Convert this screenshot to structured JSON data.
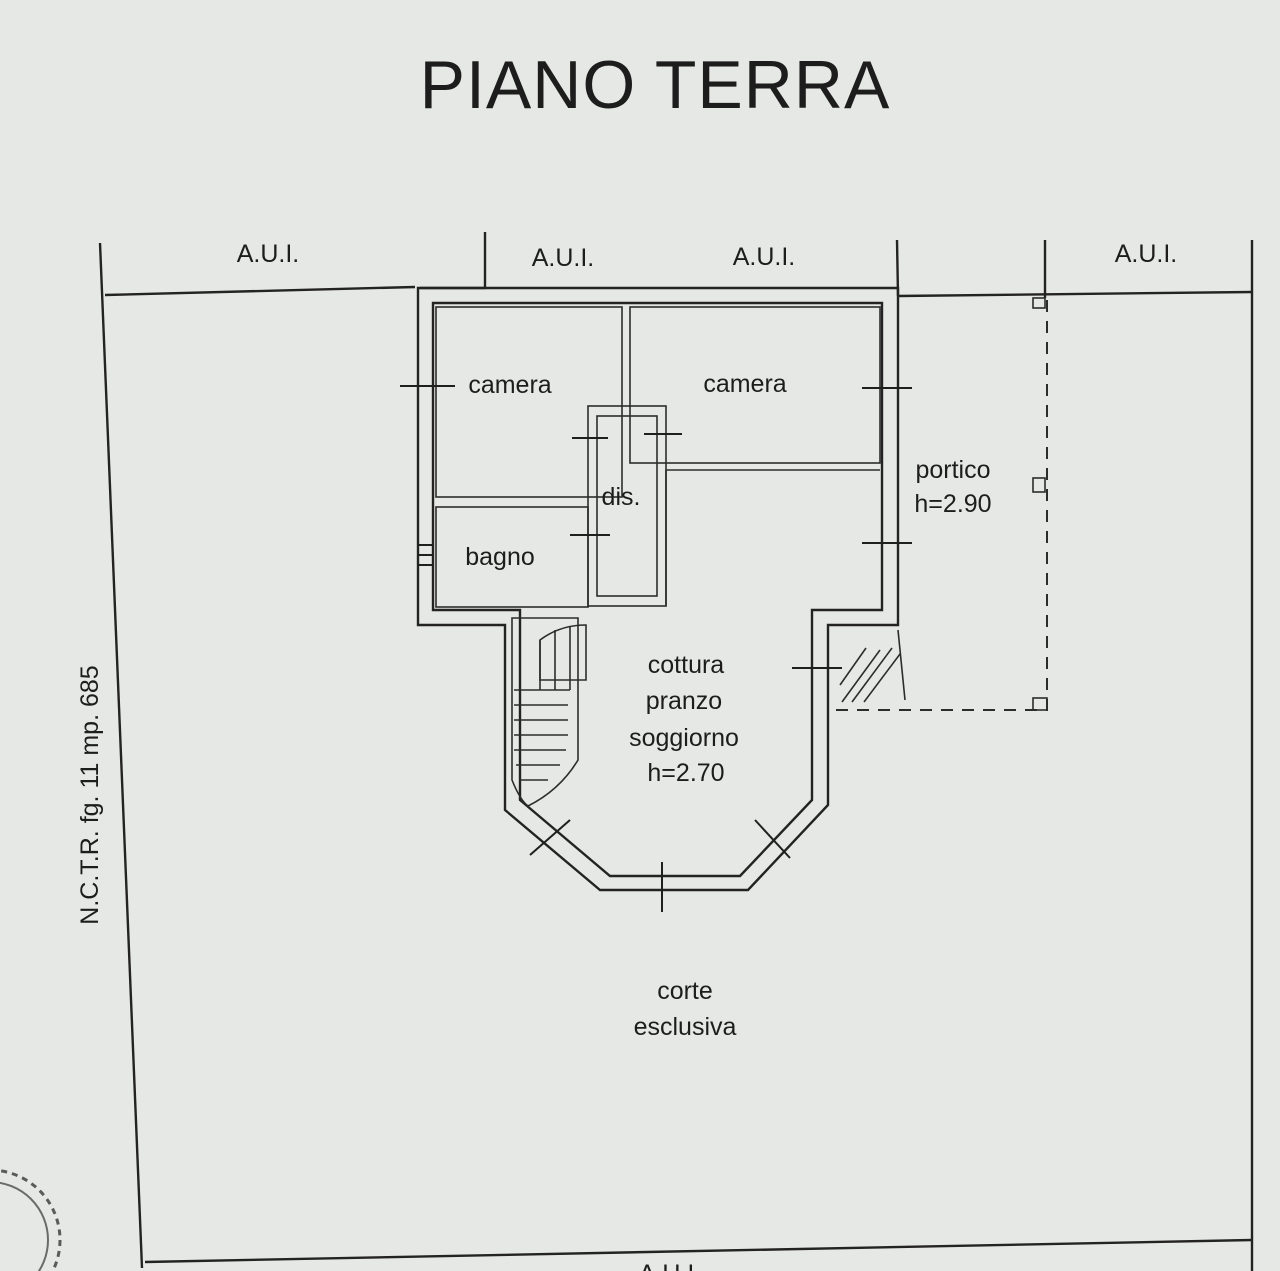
{
  "title": "PIANO TERRA",
  "neighbours": {
    "top_1": "A.U.I.",
    "top_2": "A.U.I.",
    "top_3": "A.U.I.",
    "top_4": "A.U.I.",
    "bottom": "A.U.I."
  },
  "parcel_reference": "N.C.T.R. fg. 11 mp. 685",
  "rooms": {
    "camera_left": "camera",
    "camera_right": "camera",
    "disimpegno": "dis.",
    "bagno": "bagno",
    "portico": {
      "name": "portico",
      "height": "h=2.90"
    },
    "living": {
      "line1": "cottura",
      "line2": "pranzo",
      "line3": "soggiorno",
      "height": "h=2.70"
    },
    "courtyard": {
      "line1": "corte",
      "line2": "esclusiva"
    }
  },
  "colors": {
    "paper": "#e6e8e5",
    "ink": "#1d1d1d"
  }
}
